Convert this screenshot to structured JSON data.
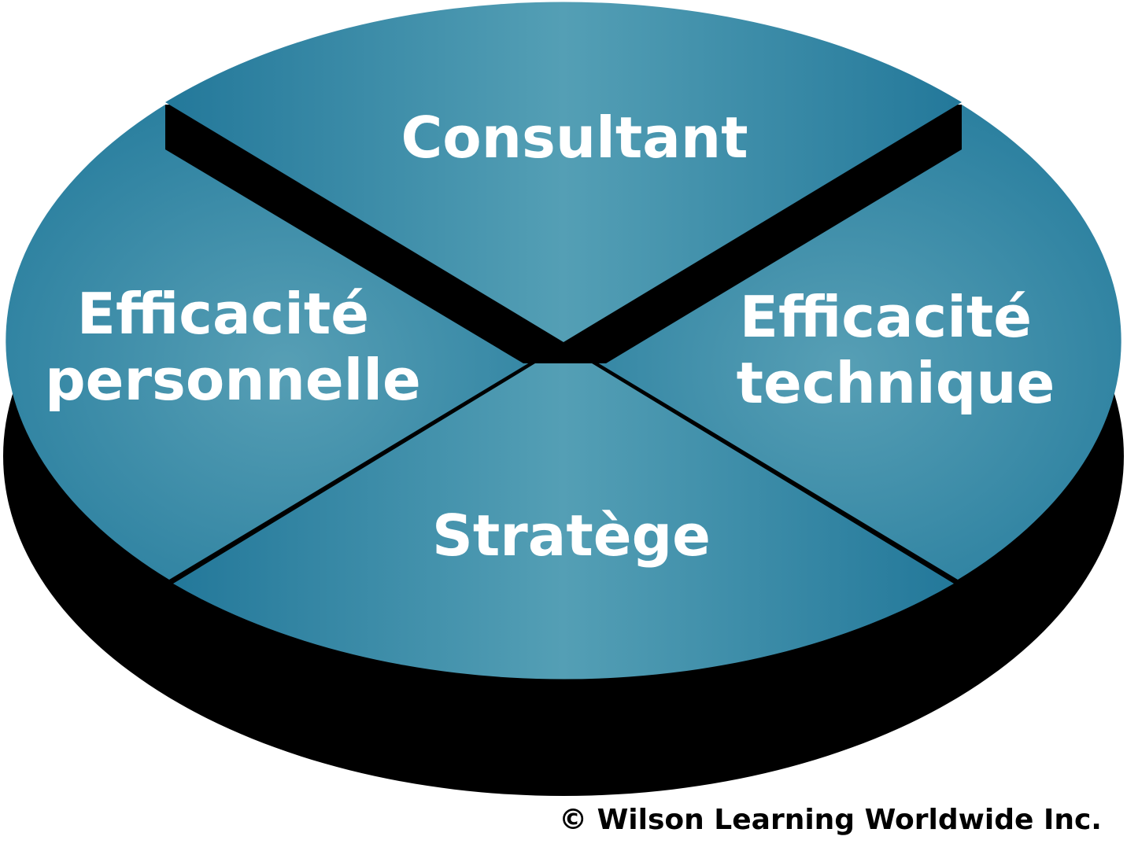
{
  "diagram": {
    "segments": {
      "top": "Consultant",
      "left_line1": "Efficacité",
      "left_line2": "personnelle",
      "right_line1": "Efficacité",
      "right_line2": "technique",
      "bottom": "Stratège"
    },
    "copyright": "© Wilson Learning Worldwide Inc."
  },
  "colors": {
    "teal_dark": "#23789a",
    "teal_light": "#529db4",
    "base": "#000000",
    "text": "#ffffff"
  }
}
